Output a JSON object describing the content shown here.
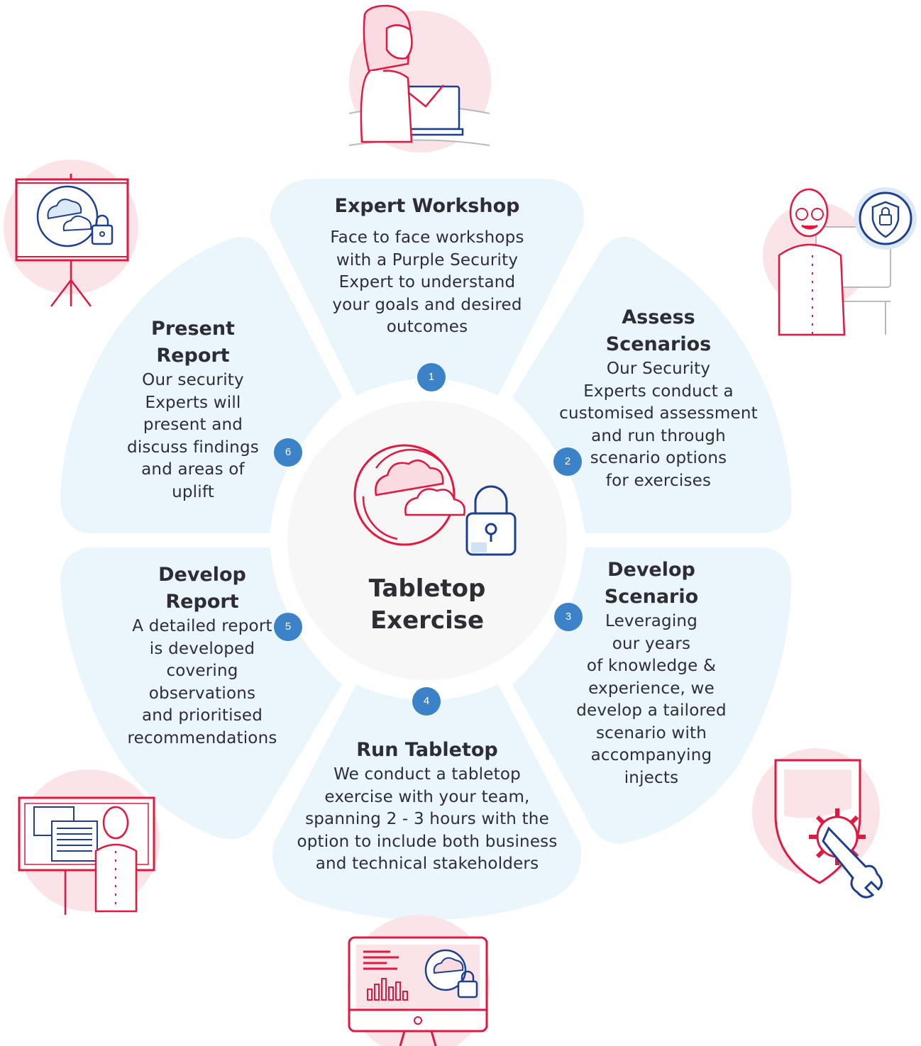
{
  "center": {
    "title_line1": "Tabletop",
    "title_line2": "Exercise"
  },
  "steps": [
    {
      "number": "1",
      "title": [
        "Expert Workshop"
      ],
      "description": [
        "Face to face workshops",
        "with a Purple Security",
        "Expert to understand",
        "your goals and desired",
        "outcomes"
      ]
    },
    {
      "number": "2",
      "title": [
        "Assess",
        "Scenarios"
      ],
      "description": [
        "Our Security",
        "Experts conduct a",
        "customised assessment",
        "and run through",
        "scenario options",
        "for exercises"
      ]
    },
    {
      "number": "3",
      "title": [
        "Develop",
        "Scenario"
      ],
      "description": [
        "Leveraging",
        "our years",
        "of knowledge &",
        "experience, we",
        "develop a tailored",
        "scenario with",
        "accompanying",
        "injects"
      ]
    },
    {
      "number": "4",
      "title": [
        "Run Tabletop"
      ],
      "description": [
        "We conduct a tabletop",
        "exercise with your team,",
        "spanning 2 - 3 hours with the",
        "option to include both business",
        "and technical stakeholders"
      ]
    },
    {
      "number": "5",
      "title": [
        "Develop",
        "Report"
      ],
      "description": [
        "A detailed report",
        "is developed",
        "covering",
        "observations",
        "and prioritised",
        "recommendations"
      ]
    },
    {
      "number": "6",
      "title": [
        "Present",
        "Report"
      ],
      "description": [
        "Our security",
        "Experts will",
        "present and",
        "discuss findings",
        "and areas of",
        "uplift"
      ]
    }
  ],
  "colors": {
    "petal": "#eaf5fc",
    "center": "#f7f7f8",
    "badge": "#3b82c8",
    "accent_red": "#e4173f",
    "accent_pink": "#f9dbe1",
    "accent_blue": "#1c3f91",
    "text": "#2e2e34"
  },
  "icons": [
    "woman-laptop-illustration-icon",
    "man-monitor-shield-illustration-icon",
    "shield-gear-wrench-icon",
    "monitor-dashboard-cloud-lock-icon",
    "presenter-whiteboard-illustration-icon",
    "projector-screen-cloud-lock-icon",
    "cloud-lock-center-icon"
  ]
}
